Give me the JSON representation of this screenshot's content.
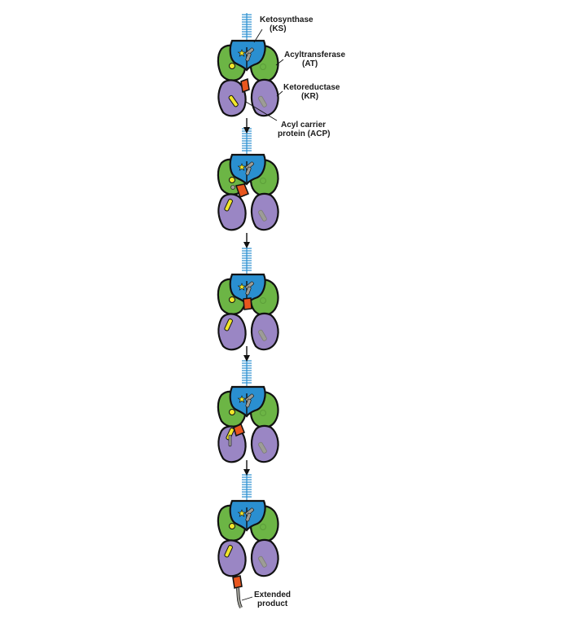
{
  "labels": {
    "ks_line1": "Ketosynthase",
    "ks_line2": "(KS)",
    "at_line1": "Acyltransferase",
    "at_line2": "(AT)",
    "kr_line1": "Ketoreductase",
    "kr_line2": "(KR)",
    "acp_line1": "Acyl carrier",
    "acp_line2": "protein (ACP)",
    "product_line1": "Extended",
    "product_line2": "product"
  },
  "colors": {
    "ks": "#2a8fd0",
    "at": "#6cb545",
    "kr": "#9a86c4",
    "acp": "#e8561e",
    "yellow": "#f1e62b",
    "gray": "#9d9d96",
    "outline": "#111111"
  }
}
